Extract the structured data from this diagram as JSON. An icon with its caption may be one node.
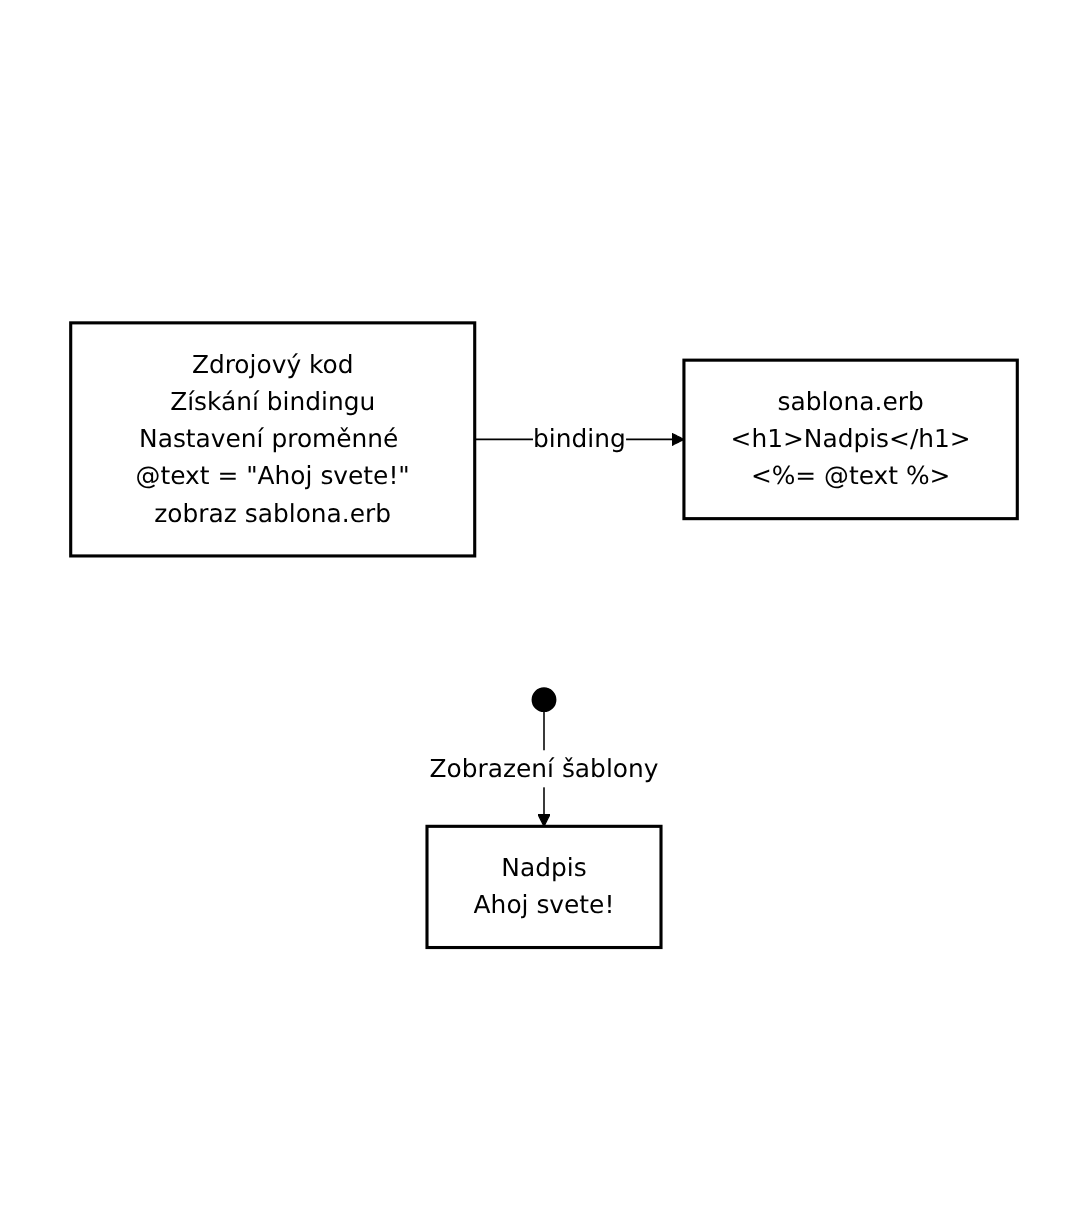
{
  "diagram": {
    "nodes": [
      {
        "text": [
          "Zdrojový kod",
          "Získání bindingu",
          "Nastavení proměnné @text = \"Ahoj svete!\"",
          "zobraz sablona.erb"
        ]
      },
      {
        "text": [
          "sablona.erb",
          "<h1>Nadpis</h1>",
          "<%= @text %>"
        ]
      },
      {
        "text": [
          "Nadpis",
          "Ahoj svete!"
        ]
      }
    ],
    "edges": [
      {
        "from": 0,
        "to": 1,
        "arrow": "to",
        "label": "binding"
      },
      {
        "from": null,
        "to": 2,
        "arrow": "to",
        "label": "Zobrazení šablony"
      }
    ]
  }
}
